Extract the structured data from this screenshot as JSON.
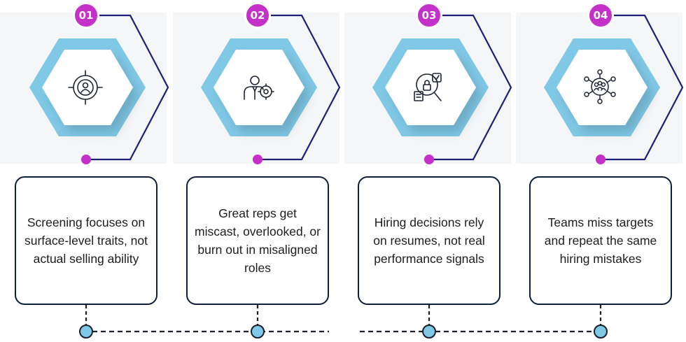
{
  "colors": {
    "hex_outer": "#7fc8e6",
    "hex_inner": "#ffffff",
    "outline": "#1d1f77",
    "badge": "#c431c9",
    "magenta_dot": "#c431c9",
    "timeline_node": "#7fc8e6",
    "card_border": "#0f1d3a"
  },
  "steps": [
    {
      "number": "01",
      "icon": "target-user-icon",
      "text": "Screening focuses on surface-level traits, not actual selling ability"
    },
    {
      "number": "02",
      "icon": "businessman-gear-icon",
      "text": "Great reps get miscast, overlooked, or burn out in misaligned roles"
    },
    {
      "number": "03",
      "icon": "security-search-document-icon",
      "text": "Hiring decisions rely on resumes, not real performance signals"
    },
    {
      "number": "04",
      "icon": "team-network-icon",
      "text": "Teams miss targets and repeat the same hiring mistakes"
    }
  ]
}
